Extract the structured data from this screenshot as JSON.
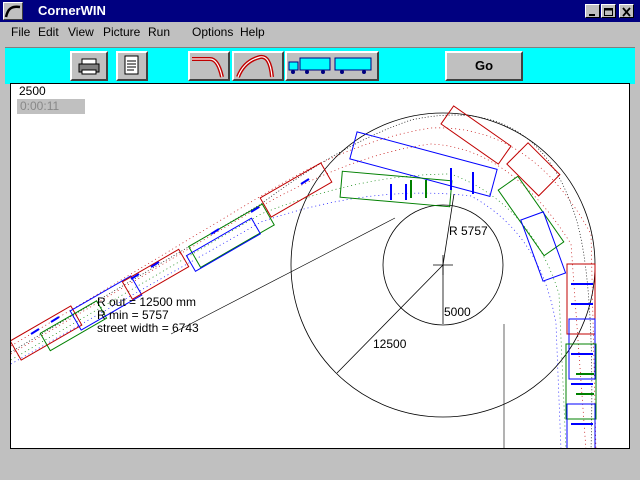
{
  "window": {
    "title": "CornerWIN",
    "controls": {
      "minimize": "minimize",
      "maximize": "maximize",
      "close": "close"
    }
  },
  "menu": {
    "items": [
      {
        "label": "File"
      },
      {
        "label": "Edit"
      },
      {
        "label": "View"
      },
      {
        "label": "Picture"
      },
      {
        "label": "Run"
      },
      {
        "label": "Options"
      },
      {
        "label": "Help"
      }
    ]
  },
  "toolbar": {
    "print_icon": "printer-icon",
    "doc_icon": "document-icon",
    "corner_icon": "corner-path-icon",
    "curve_icon": "curve-path-icon",
    "truck_icon": "truck-trailer-icon",
    "go_label": "Go",
    "background_color": "#00ffff"
  },
  "display": {
    "value": "2500",
    "elapsed_time": "0:00:11"
  },
  "drawing": {
    "info": {
      "r_out": "R out =  12500 mm",
      "r_min": "R min = 5757",
      "street_width": "street width  = 6743"
    },
    "dimension_labels": {
      "radius_5757": "R 5757",
      "radius_5000": "5000",
      "radius_12500": "12500"
    },
    "colors": {
      "outer_path": "#d00000",
      "tractor": "#0000ff",
      "trailer": "#008000",
      "guides": "#000000"
    }
  }
}
